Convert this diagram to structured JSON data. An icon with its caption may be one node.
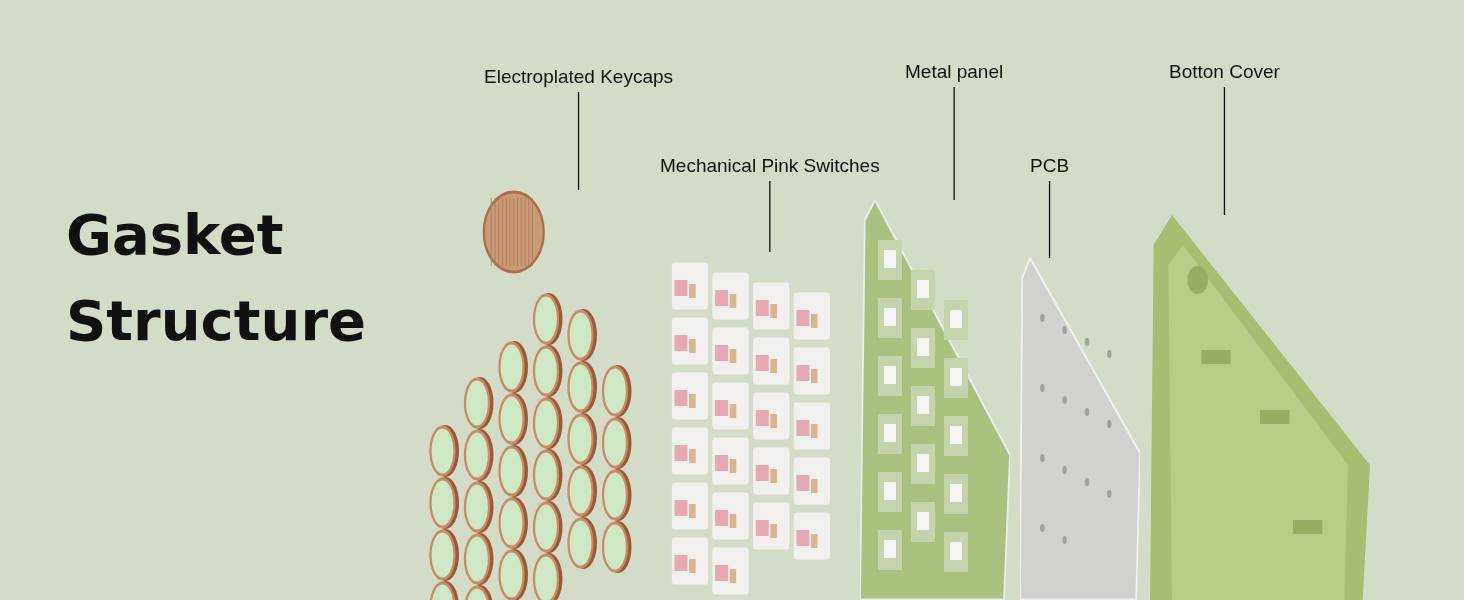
{
  "diagram": {
    "title": "Gasket Structure",
    "nodes": [
      {
        "text": [
          "Electroplated Keycaps"
        ]
      },
      {
        "text": [],
        "shape": "picture"
      },
      {
        "text": [
          "Mechanical Pink Switches"
        ]
      },
      {
        "text": [],
        "shape": "picture"
      },
      {
        "text": [
          "Metal panel"
        ]
      },
      {
        "text": [],
        "shape": "picture"
      },
      {
        "text": [
          "PCB"
        ]
      },
      {
        "text": [],
        "shape": "picture"
      },
      {
        "text": [
          "Botton Cover"
        ]
      },
      {
        "text": [],
        "shape": "picture"
      }
    ],
    "edges": [
      {
        "from": 0,
        "to": 1,
        "arrow": "none"
      },
      {
        "from": 2,
        "to": 3,
        "arrow": "none"
      },
      {
        "from": 4,
        "to": 5,
        "arrow": "none"
      },
      {
        "from": 6,
        "to": 7,
        "arrow": "none"
      },
      {
        "from": 8,
        "to": 9,
        "arrow": "none"
      }
    ]
  }
}
